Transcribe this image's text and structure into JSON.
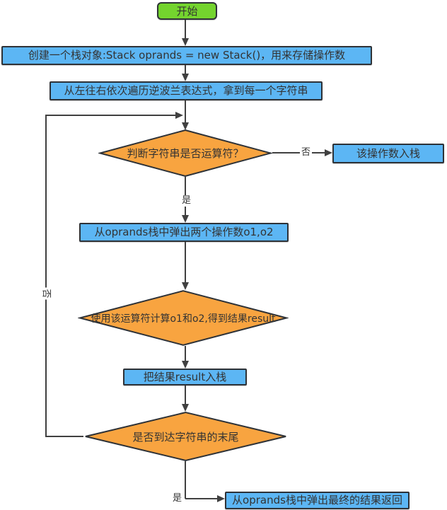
{
  "flowchart": {
    "start": "开始",
    "create_stack": "创建一个栈对象:Stack oprands = new Stack()，用来存储操作数",
    "traverse": "从左往右依次遍历逆波兰表达式，拿到每一个字符串",
    "check_operator": "判断字符串是否运算符？",
    "push_operand": "该操作数入栈",
    "pop_operands": "从oprands栈中弹出两个操作数o1,o2",
    "compute_result": "使用该运算符计算o1和o2,得到结果result",
    "push_result": "把结果result入栈",
    "check_end": "是否到达字符串的末尾",
    "return_result": "从oprands栈中弹出最终的结果返回",
    "labels": {
      "no_right": "否",
      "yes_down": "是",
      "no_loop": "否",
      "yes_end": "是"
    }
  },
  "colors": {
    "terminator_fill": "#74d42e",
    "process_fill": "#5cb6f4",
    "decision_fill": "#f8a440",
    "stroke": "#2e3237",
    "line": "#404040"
  }
}
